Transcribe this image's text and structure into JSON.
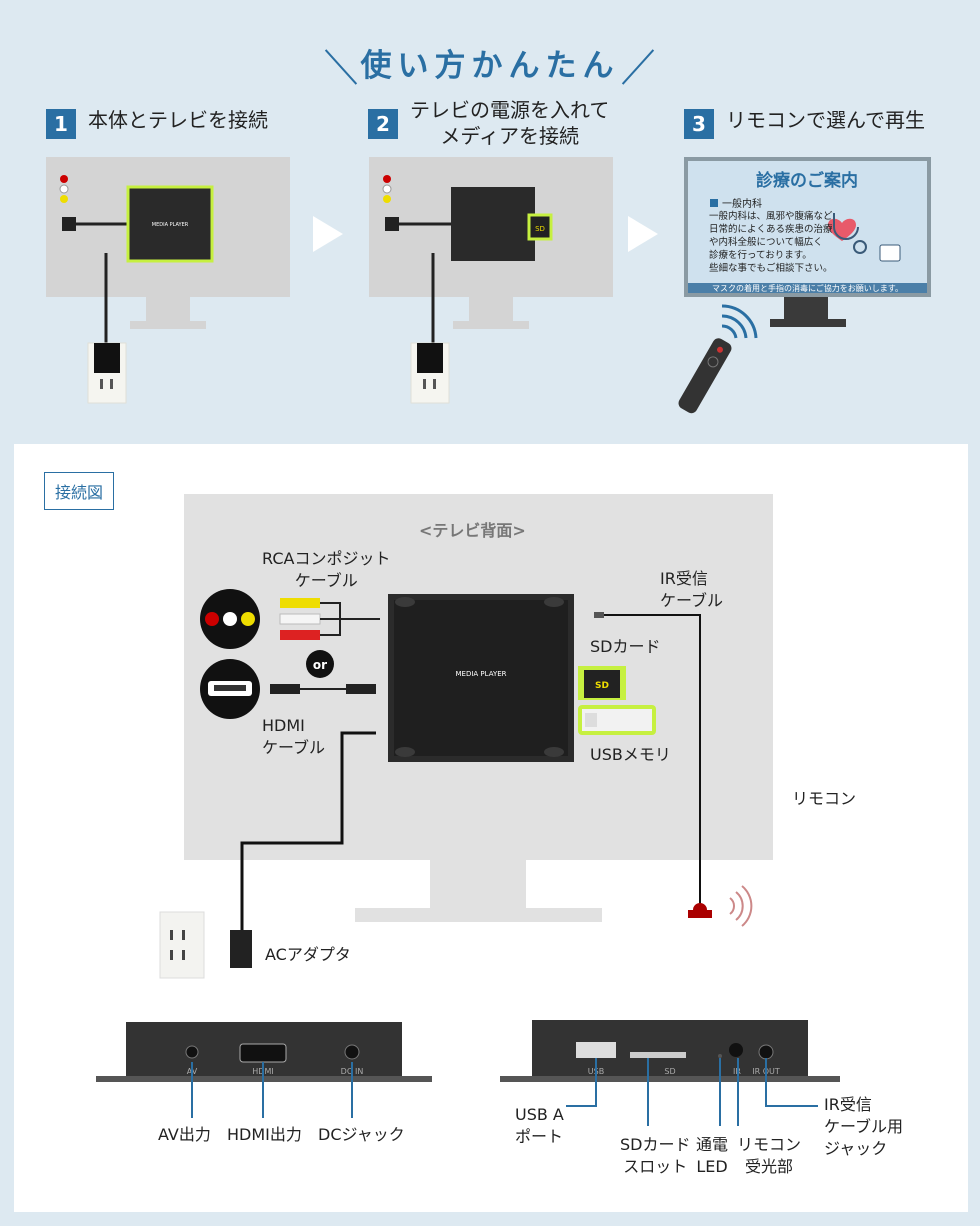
{
  "heading": "使い方かんたん",
  "steps": [
    {
      "num": "1",
      "text": "本体とテレビを接続"
    },
    {
      "num": "2",
      "text": "テレビの電源を入れて\nメディアを接続"
    },
    {
      "num": "3",
      "text": "リモコンで選んで再生"
    }
  ],
  "device_label": "MEDIA PLAYER",
  "sd_badge": "SD",
  "screen": {
    "title": "診療のご案内",
    "subtitle": "一般内科",
    "lines": [
      "一般内科は、風邪や腹痛など",
      "日常的によくある疾患の治療",
      "や内科全般について幅広く",
      "診療を行っております。",
      "些細な事でもご相談下さい。"
    ],
    "footer": "マスクの着用と手指の消毒にご協力をお願いします。"
  },
  "diagram": {
    "tag": "接続図",
    "tv_back": "<テレビ背面>",
    "rca": "RCAコンポジット\nケーブル",
    "or": "or",
    "hdmi": "HDMI\nケーブル",
    "ir_cable": "IR受信\nケーブル",
    "sd_card": "SDカード",
    "usb_mem": "USBメモリ",
    "remote": "リモコン",
    "ac": "ACアダプタ"
  },
  "ports_left": {
    "av": "AV",
    "hdmi": "HDMI",
    "dcin": "DC IN",
    "labels": [
      "AV出力",
      "HDMI出力",
      "DCジャック"
    ]
  },
  "ports_right": {
    "usb": "USB",
    "sd": "SD",
    "ir": "IR",
    "irout": "IR OUT",
    "labels": [
      "USB A\nポート",
      "SDカード\nスロット",
      "通電\nLED",
      "リモコン\n受光部",
      "IR受信\nケーブル用\nジャック"
    ]
  }
}
